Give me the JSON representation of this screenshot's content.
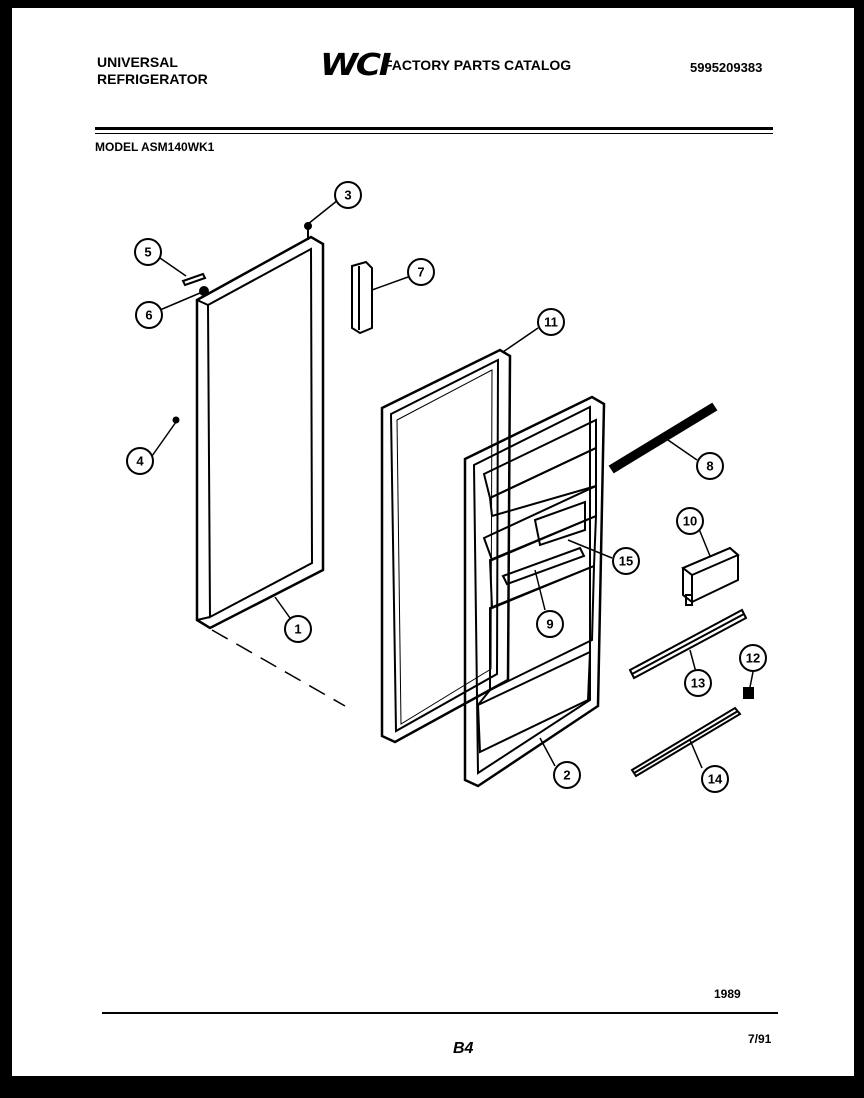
{
  "header": {
    "brand_line1": "UNIVERSAL",
    "brand_line2": "REFRIGERATOR",
    "logo": "WCI",
    "catalog_title": "FACTORY PARTS CATALOG",
    "part_number": "5995209383",
    "model": "MODEL ASM140WK1"
  },
  "footer": {
    "year": "1989",
    "page_code": "B4",
    "date": "7/91"
  },
  "callouts": [
    "1",
    "2",
    "3",
    "4",
    "5",
    "6",
    "7",
    "8",
    "9",
    "10",
    "11",
    "12",
    "13",
    "14",
    "15"
  ]
}
